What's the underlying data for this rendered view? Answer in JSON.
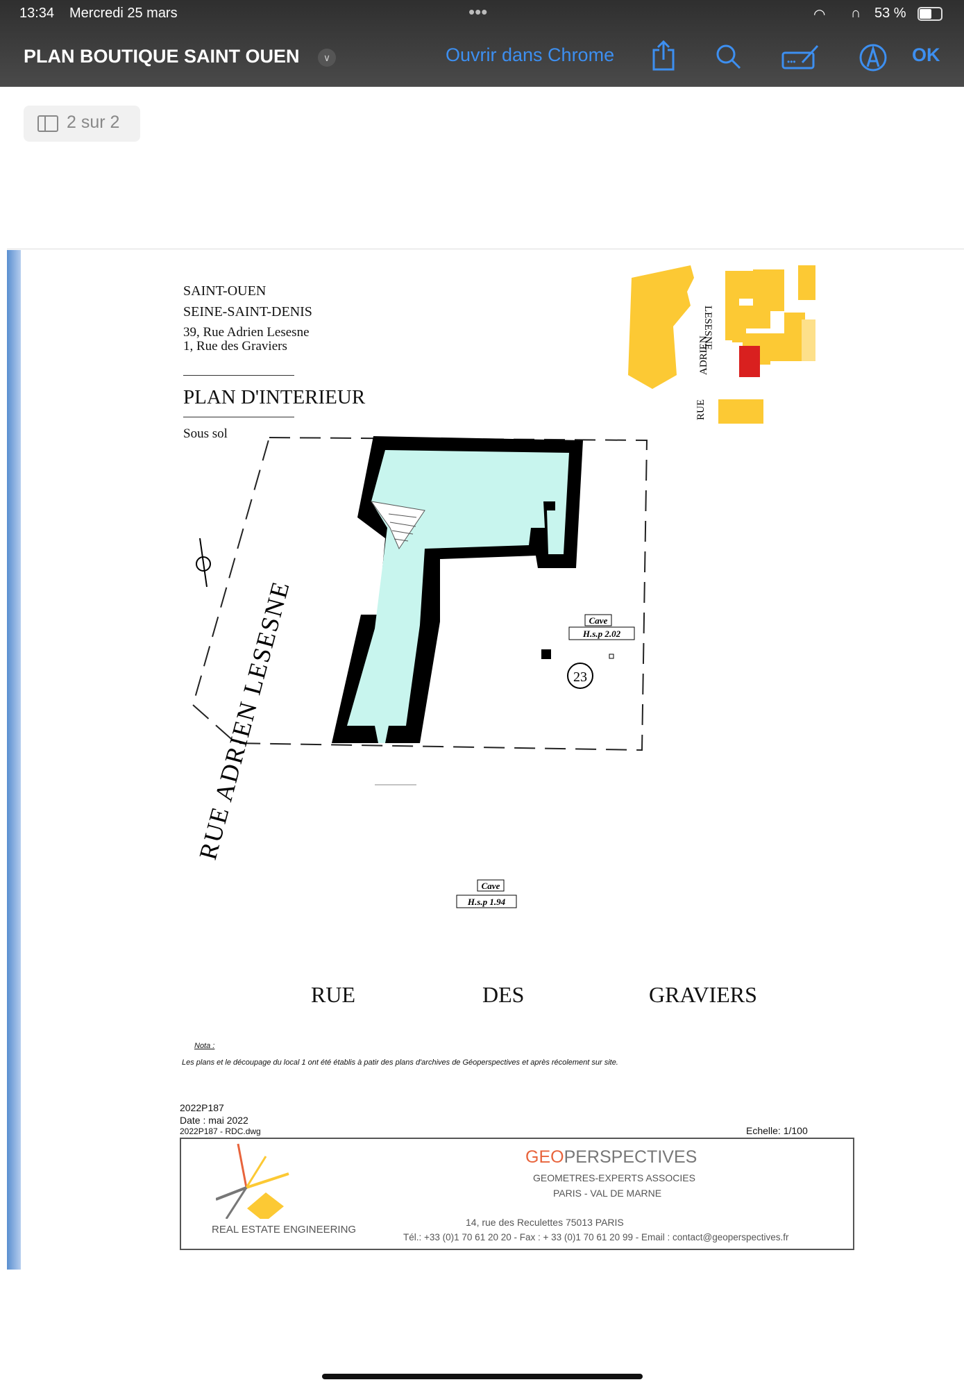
{
  "status_bar": {
    "time": "13:34",
    "date": "Mercredi 25 mars",
    "battery": "53 %"
  },
  "toolbar": {
    "title": "PLAN BOUTIQUE SAINT OUEN",
    "open_in": "Ouvrir dans Chrome",
    "done": "OK"
  },
  "pager": {
    "label": "2 sur 2"
  },
  "document": {
    "city": "SAINT-OUEN",
    "department": "SEINE-SAINT-DENIS",
    "address1": "39, Rue Adrien Lesesne",
    "address2": "1, Rue des Graviers",
    "plan_title": "PLAN D'INTERIEUR",
    "level": "Sous sol",
    "map_street": [
      "RUE",
      "ADRIEN",
      "LESESNE"
    ],
    "plan_street_left": "RUE ADRIEN LESESNE",
    "plan_street_bottom": [
      "RUE",
      "DES",
      "GRAVIERS"
    ],
    "rooms": [
      {
        "name": "Cave",
        "hsp": "H.s.p 2.02"
      },
      {
        "name": "Cave",
        "hsp": "H.s.p 1.94"
      }
    ],
    "lot_number": "23",
    "nota_label": "Nota :",
    "nota_text": "Les plans et le découpage du local 1 ont été établis à patir des plans d'archives de Géoperspectives et après récolement sur site.",
    "ref": "2022P187",
    "date": "Date : mai 2022",
    "file": "2022P187 - RDC.dwg",
    "scale": "Echelle: 1/100",
    "company_geo": "GEO",
    "company_rest": "PERSPECTIVES",
    "company_sub1": "GEOMETRES-EXPERTS ASSOCIES",
    "company_sub2": "PARIS - VAL DE MARNE",
    "tagline": "REAL ESTATE ENGINEERING",
    "address": "14, rue des Reculettes 75013 PARIS",
    "contact": "Tél.: +33 (0)1 70 61 20 20 - Fax : + 33 (0)1 70 61 20 99 - Email : contact@geoperspectives.fr"
  },
  "colors": {
    "accent": "#3d8ff0",
    "cave": "#c8f5ee",
    "map_yellow": "#fcc934",
    "map_red": "#d9201f",
    "geo_orange": "#e8643c"
  }
}
